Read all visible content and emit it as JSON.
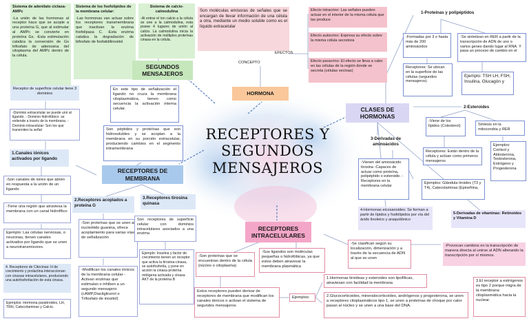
{
  "title": "RECEPTORES Y SEGUNDOS MENSAJEROS",
  "adenilato": {
    "title": "Sistema de adenilato ciclasa-AMPc",
    "text": "-La unión de las hormonas al receptor hace que se acople a una proteína G, que al estimular al AMPc se convierte en proteína Gs. -Esta estimulación cataliza la conversión de Gs trifosfato de adenosina del citoplasma del AMPc dentro de la célula."
  },
  "fosfolipidos": {
    "title": "Sistema de los fosfolípidos de la membrana celular:",
    "text": "-Las hormonas van actuar sobre los receptores transmembrana que inactivan la enzima fosfolipasa C. -Esta enzima cataliza la degradación de bifosfato de fosfatidilinositol"
  },
  "calcio": {
    "title": "Sistema de calcio-calmodulina",
    "text": "-Al entrar el ion calcio a la célula se une a la calmodulina, esta posee 4 lugares de unión al calcio. La calmodulina inicia la activación de múltiples proteínas cinasa en la célula."
  },
  "segundos": "SEGUNDOS MENSAJEROS",
  "hormonas_def": "Son moléculas emisoras de señales que se encargan de llevar información de una célula a otra, mediante un medio soluble como es el líquido extracelular",
  "concepto": "CONCEPTO",
  "efectos": "EFECTOS",
  "hormona": "HORMONA",
  "ef1": "Efecto intracrino: Las señales pueden actuar en el interior de la misma célula que las produce",
  "ef2": "Efecto autocrino: Expresa su efecto sobre la misma célula secretora",
  "ef3": "Efecto paracrino: El efecto se lleva a cabo en las células de la región donde se secreta (células vecinas)",
  "clases": "CLASES DE HORMONAS",
  "prot_title": "1-Proteínas y polipéptidos",
  "prot_a": "-Formadas por 3 o hasta más de 200 aminoácidos",
  "prot_b": "-Se sintetizan en RER a partir de la transcripción de ADN de uno o varios genes dando lugar al RNA. Y pasa un proceso de cambio en el",
  "prot_rec": "Receptores: Se ubican en la superficie de las células (segundos mensajeros)",
  "prot_ej": "Ejemplo: TSH LH, FSH, Insulina, Glucagón y",
  "est_title": "2-Esteroides",
  "est_a": "-Viene de los lípidos (Colesterol)",
  "est_b": "Síntesis en la mitocondria y RER",
  "est_rec": "Receptores: Están dentro de la célula y actúan como primeros mensajeros",
  "est_ej": "Ejemplos: Cortisol y Aldosterona, Testosterona, Estrógeno y Progesterona",
  "amino_title": "3-Derivadas de aminoácidos",
  "amino_text": "-Vienen del aminoácido tirosina -Capaces de actuar como proteína, polipéptido o esteroide. -Receptores en la membrana celular",
  "amino_ej": "Ejemplos: Glándula tiroides (T3 y T4), Catecolaminas (Epinefrina,",
  "eico": "4-Hormonas eicosanoides: Se forman a partir de lípidos y fosfolípidos por vía del ácido linoleico y araquidónico",
  "vit": "5-Derivadas de vitaminas: Retinoides y Vitamina D",
  "rs_top": "Receptor de superficie celular tiene 3 dominios",
  "rs_dom": "-Dominio extracelular se puede unir al ligando. - Dominio hidrofóbico: se extiende a través de la membrana. - Dominio intracelular: Son los que transmiten la señal",
  "canales_title": "1.Canales iónicos activados por ligando",
  "canales_a": "-Son canales de iones que abren en respuesta a la unión de un ligando",
  "canales_b": "-Tiene una región que atraviesa la membrana con un canal hidrofílico",
  "canales_ej": "Ejemplo: Las células nerviosas, o neuronas, tienen canales activados por ligando que se unen a neurotransmisores.",
  "cito": "4. Receptores de Citocinas: H de crecimiento y prolactina interaccionan con cinasas intracelulares, produciendo una autofosforilación de esta cinasa.",
  "cito_ej": "Ejemplos: Hormona paratiroides, LH, TRH, Catecolaminas y Calcio.",
  "senal": "En este tipo de señalización el ligando no cruza la membrana citoplasmática, tienen como secuencia la activación interna celular.",
  "peptidos": "Son péptidos y proteínas que son hidrosolubles y se acoplan a la membrana en su porción extracelular, produciendo cambios en el segmento intramembrana",
  "rec_mem": "RECEPTORES DE MEMBRANA",
  "acoplados_title": "2.Receptores acoplados a proteína G",
  "acoplados_a": "-Son proteínas que se unen al nucleótido guanina, ofrece acoplamiento para varias vías de señalización",
  "acoplados_b": "-Modifican los canales iónicos de la membrana celular -Activan enzimas que estimulan o inhiben a un segundo mensajero: (cAMP,Diacilglicerol o Trifosfato de inositol)",
  "tirosina_title": "3.Receptores tirosina quinasa",
  "tirosina_a": "Son receptores de superficie celular con dominios intracelulares asociados a una enzima",
  "tirosina_ej": "Ejemplo: Insulina y factor de crecimiento tienen un receptor que activa la tirosina-cinasa, se autofosforila, y pone en acción la cinasa proteína mitógena activada y cinasa AKT de la proteína B",
  "rec_intra": "RECEPTORES INTRACELULARES",
  "intra_a": "-Son proteínas que se encuentran dentro de la célula (núcleo o citoplasma)",
  "intra_b": "-Sus ligandos son moléculas pequeñas o hidrofóbicas, ya que estos deben atravesar la membrana plasmática",
  "intra_c": "-Se clasifican según su localización, dimerización y a través de la secuencia de ADN al que se unen",
  "intra_d": "-Provocan cambios en la transcripción de manera directa al unirse al ADN alterando la transcripción por sí mismos.",
  "intra_e": "Estos receptores pueden derivar de receptores de membrana que modifican los canales iónicos o activan el sistema de segundos mensajeros",
  "intra_ej": "Ejemplos:",
  "intra_ej1": "1.Hormonas tiroideas y esteroides son lipofílicas, atraviesan con facilidad la membrana",
  "intra_ej2": "2.Glucocorticoides, mineralocorticoides, andrógenos y progesterona, se unen a receptores citoplasmáticos tipo 1, se unen a proteínas de choque por calor pasan al núcleo y se unen a una base del DNA.",
  "intra_ej3": "3.El receptor a estrógenos es tipo 2 porque migra de la membrana citoplasmática hacia la nuclear."
}
